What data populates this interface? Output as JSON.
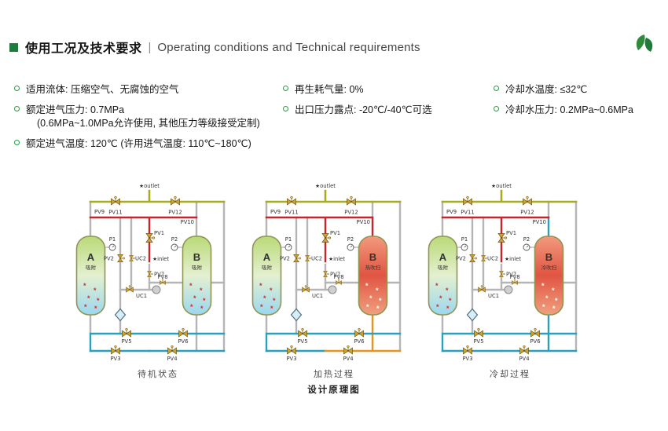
{
  "header": {
    "title_zh": "使用工况及技术要求",
    "divider": "|",
    "title_en": "Operating conditions and Technical requirements"
  },
  "specs": {
    "col1": {
      "item1": "适用流体: 压缩空气、无腐蚀的空气",
      "item2": "额定进气压力: 0.7MPa",
      "item2_sub": "(0.6MPa~1.0MPa允许使用, 其他压力等级接受定制)",
      "item3": "额定进气温度: 120℃ (许用进气温度: 110℃~180℃)"
    },
    "col2": {
      "item1": "再生耗气量: 0%",
      "item2": "出口压力露点: -20℃/-40℃可选"
    },
    "col3": {
      "item1": "冷却水温度: ≤32℃",
      "item2": "冷却水压力: 0.2MPa~0.6MPa"
    }
  },
  "diagram_labels": {
    "outlet": "★outlet",
    "inlet": "★inlet",
    "pv1": "PV1",
    "pv2": "PV2",
    "pv3": "PV3",
    "pv4": "PV4",
    "pv5": "PV5",
    "pv6": "PV6",
    "pv7": "PV7",
    "pv8": "PV8",
    "pv9": "PV9",
    "pv10": "PV10",
    "pv11": "PV11",
    "pv12": "PV12",
    "uc1": "UC1",
    "uc2": "UC2",
    "p1": "P1",
    "p2": "P2"
  },
  "diagrams": [
    {
      "caption": "待机状态",
      "mode": "standby",
      "tank_a_letter": "A",
      "tank_a_label": "吸附",
      "tank_b_letter": "B",
      "tank_b_label": "吸附",
      "tank_b_state": "cool"
    },
    {
      "caption": "加热过程",
      "mode": "heating",
      "tank_a_letter": "A",
      "tank_a_label": "吸附",
      "tank_b_letter": "B",
      "tank_b_label": "热吹扫",
      "tank_b_state": "hot"
    },
    {
      "caption": "冷却过程",
      "mode": "cooling",
      "tank_a_letter": "A",
      "tank_a_label": "吸附",
      "tank_b_letter": "B",
      "tank_b_label": "冷吹扫",
      "tank_b_state": "hot"
    }
  ],
  "footer_caption": "设计原理图",
  "colors": {
    "accent_green": "#1d7c39",
    "bullet_green": "#2b9a44",
    "pipe_olive": "#a4ae1f",
    "pipe_red": "#c4262d",
    "pipe_teal": "#2a9fbe",
    "pipe_orange": "#e8941c",
    "pipe_gray": "#b5b5b5"
  }
}
